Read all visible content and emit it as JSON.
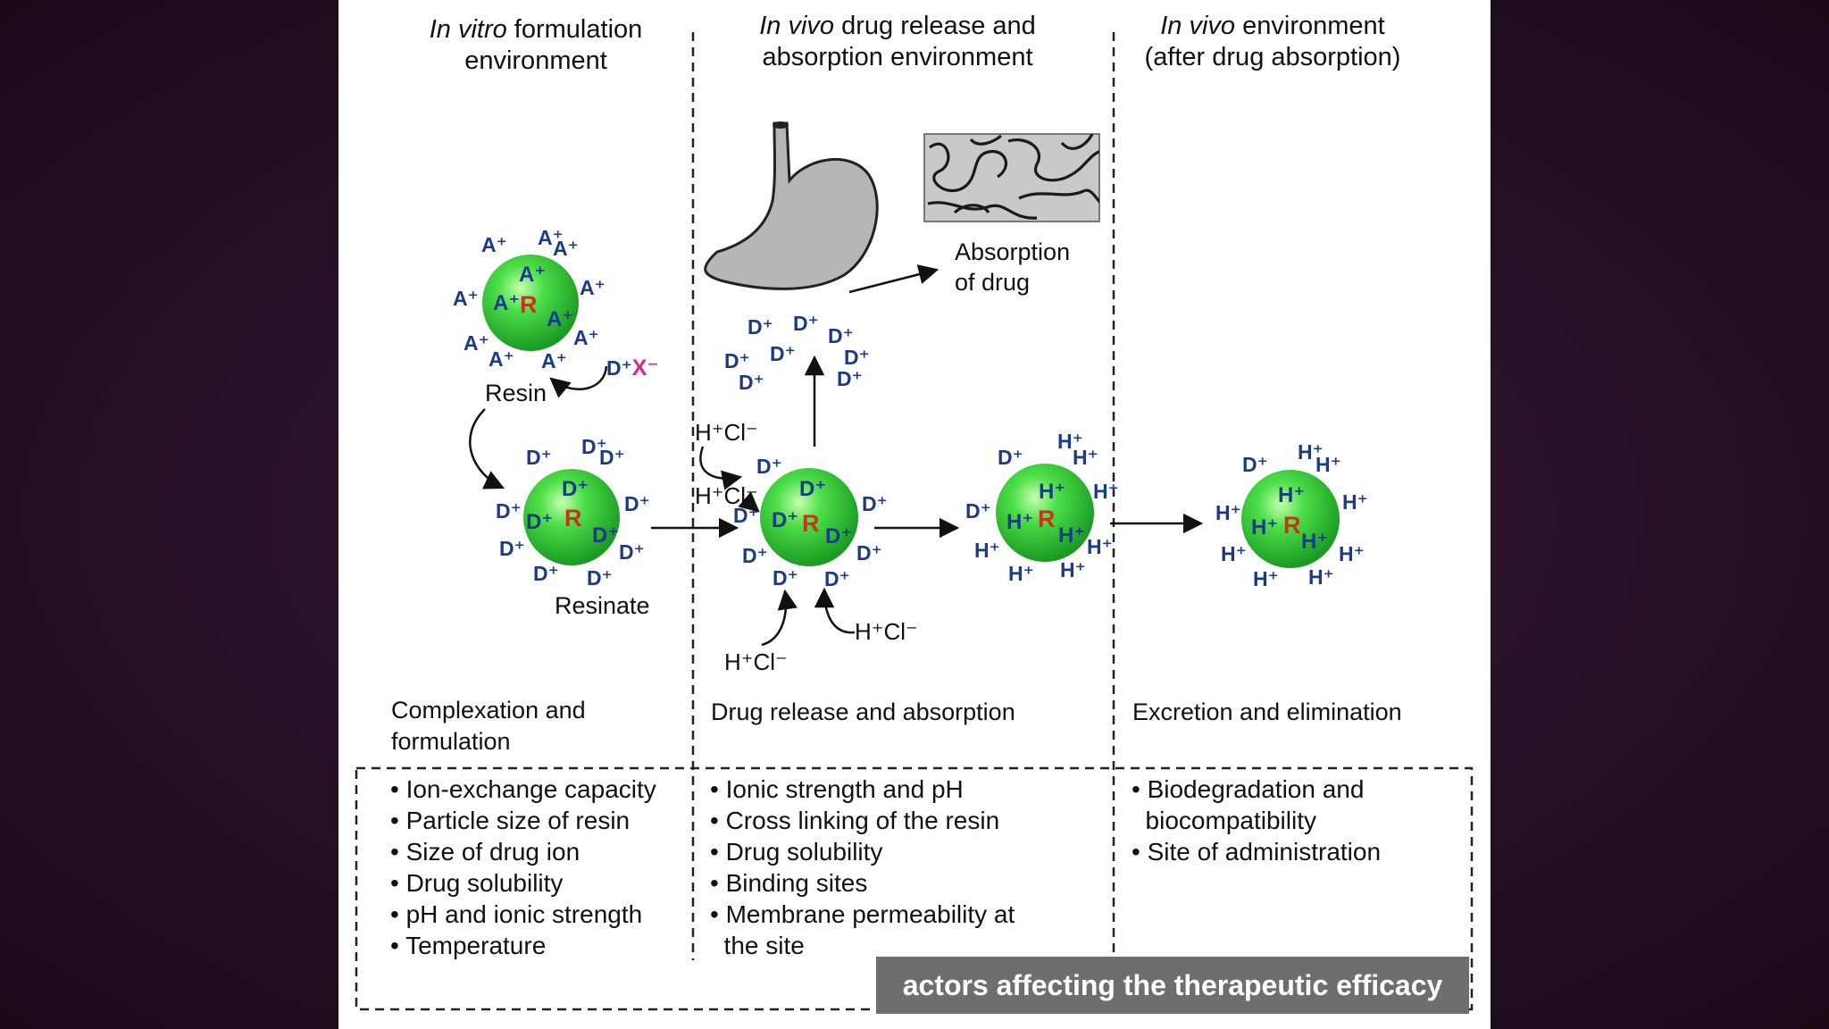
{
  "columns": [
    {
      "header_lines": [
        {
          "italic": "In vitro",
          "rest": " formulation"
        },
        {
          "italic": "",
          "rest": "environment"
        }
      ],
      "stage_lines": [
        "Complexation and",
        "formulation"
      ],
      "factor_lines": [
        "• Ion-exchange capacity",
        "• Particle size of resin",
        "• Size of drug ion",
        "• Drug solubility",
        "• pH and ionic strength",
        "• Temperature"
      ]
    },
    {
      "header_lines": [
        {
          "italic": "In vivo",
          "rest": " drug release and"
        },
        {
          "italic": "",
          "rest": "absorption environment"
        }
      ],
      "stage_lines": [
        "Drug release and absorption"
      ],
      "factor_lines": [
        "• Ionic strength and pH",
        "• Cross linking of the resin",
        "• Drug solubility",
        "• Binding sites",
        "• Membrane permeability at",
        "  the site"
      ]
    },
    {
      "header_lines": [
        {
          "italic": "In vivo",
          "rest": " environment"
        },
        {
          "italic": "",
          "rest": "(after drug absorption)"
        }
      ],
      "stage_lines": [
        "Excretion and elimination"
      ],
      "factor_lines": [
        "• Biodegradation and",
        "  biocompatibility",
        "• Site of administration"
      ]
    }
  ],
  "labels": {
    "resin": "Resin",
    "resinate": "Resinate",
    "absorption_line1": "Absorption",
    "absorption_line2": "of drug"
  },
  "ions": {
    "counter": "A⁺",
    "drug": "D⁺",
    "proton": "H⁺",
    "resin_core": "R",
    "salt_cation": "D⁺",
    "salt_anion": "X⁻",
    "acid": "H⁺Cl⁻"
  },
  "caption": "actors affecting the therapeutic efficacy",
  "colors": {
    "bead_green": "#2ecc2e",
    "ion_blue": "#1a3a8a",
    "core_red": "#c8321e",
    "anion_pink": "#d8278a",
    "caption_bg": "#6e6e6e"
  }
}
